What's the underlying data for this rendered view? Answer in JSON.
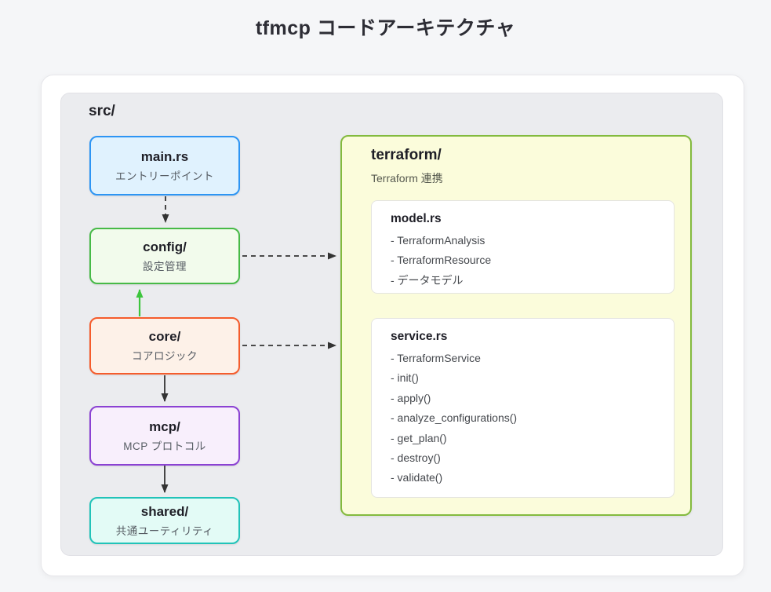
{
  "page": {
    "title": "tfmcp コードアーキテクチャ"
  },
  "src_panel": {
    "label": "src/",
    "background": "#EBECEF"
  },
  "modules": [
    {
      "id": "main",
      "title": "main.rs",
      "subtitle": "エントリーポイント",
      "border": "#2D95F4",
      "fill": "#E0F2FE"
    },
    {
      "id": "config",
      "title": "config/",
      "subtitle": "設定管理",
      "border": "#47BA47",
      "fill": "#F2FBEC"
    },
    {
      "id": "core",
      "title": "core/",
      "subtitle": "コアロジック",
      "border": "#F55C2C",
      "fill": "#FDF1E8"
    },
    {
      "id": "mcp",
      "title": "mcp/",
      "subtitle": "MCP プロトコル",
      "border": "#8B42D3",
      "fill": "#F8EFFC"
    },
    {
      "id": "shared",
      "title": "shared/",
      "subtitle": "共通ユーティリティ",
      "border": "#22C3B9",
      "fill": "#E3FBF6"
    }
  ],
  "terraform": {
    "title": "terraform/",
    "subtitle": "Terraform 連携",
    "border": "#83BA3E",
    "fill": "#FBFCDB",
    "cards": [
      {
        "title": "model.rs",
        "items": [
          "- TerraformAnalysis",
          "- TerraformResource",
          "- データモデル"
        ]
      },
      {
        "title": "service.rs",
        "items": [
          "- TerraformService",
          "- init()",
          "- apply()",
          "- analyze_configurations()",
          "- get_plan()",
          "- destroy()",
          "- validate()"
        ]
      }
    ]
  },
  "edges": [
    {
      "from": "main.rs",
      "to": "config/",
      "style": "dashed",
      "color": "#333333"
    },
    {
      "from": "core/",
      "to": "config/",
      "style": "solid",
      "color": "#3DC53D"
    },
    {
      "from": "core/",
      "to": "mcp/",
      "style": "solid",
      "color": "#333333"
    },
    {
      "from": "mcp/",
      "to": "shared/",
      "style": "solid",
      "color": "#333333"
    },
    {
      "from": "config/",
      "to": "terraform/",
      "style": "dashed",
      "color": "#333333"
    },
    {
      "from": "core/",
      "to": "terraform/",
      "style": "dashed",
      "color": "#333333"
    }
  ]
}
